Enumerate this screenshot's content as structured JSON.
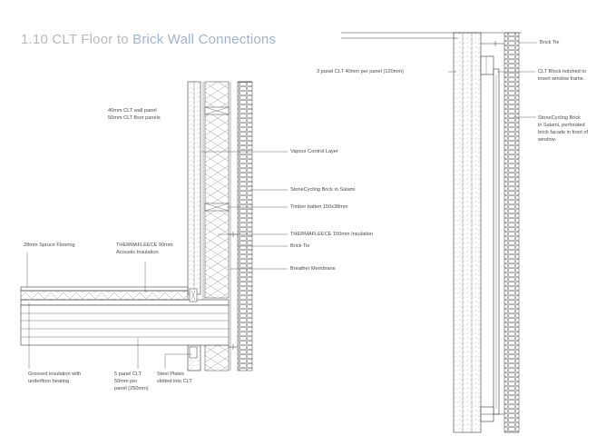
{
  "title": {
    "part1": "1.10 CLT Floor to ",
    "part2": "Brick Wall Connections"
  },
  "labels": {
    "wall_panel": "40mm CLT wall panel",
    "floor_panels": "50mm CLT floor panels",
    "vapour": "Vapour Control Layer",
    "stonecycling_salami": "StoneCycling Brick in Salami",
    "timber_batten": "Timber batten 150x38mm",
    "thermafleece_150": "THERMAFLEECE 150mm Insulation",
    "brick_tie": "Brick Tie",
    "breather": "Breather Membrane",
    "spruce": "28mm Spruce Flooring",
    "acoustic_1": "THERMAFLEECE 90mm",
    "acoustic_2": "Acoustic Insulation",
    "grooved_1": "Grooved insulation with",
    "grooved_2": "underfloor heating",
    "clt5_1": "5 panel CLT",
    "clt5_2": "50mm per",
    "clt5_3": "panel (250mm)",
    "steel_1": "Steel Plates",
    "steel_2": "slotted into CLT",
    "clt3": "3 panel CLT 40mm per panel (120mm)",
    "brick_tie_right": "Brick Tie",
    "clt_block_1": "CLT Block notched to",
    "clt_block_2": "insert window frame.",
    "sc_1": "StoneCycling Brick",
    "sc_2": "in Salami, perforated",
    "sc_3": "brick facade in front of",
    "sc_4": "window."
  },
  "colors": {
    "line": "#3a3a3a",
    "leader": "#555555",
    "title_grey": "#b9b9b9",
    "title_blue": "#9db3d1",
    "text": "#4a4a4a"
  }
}
